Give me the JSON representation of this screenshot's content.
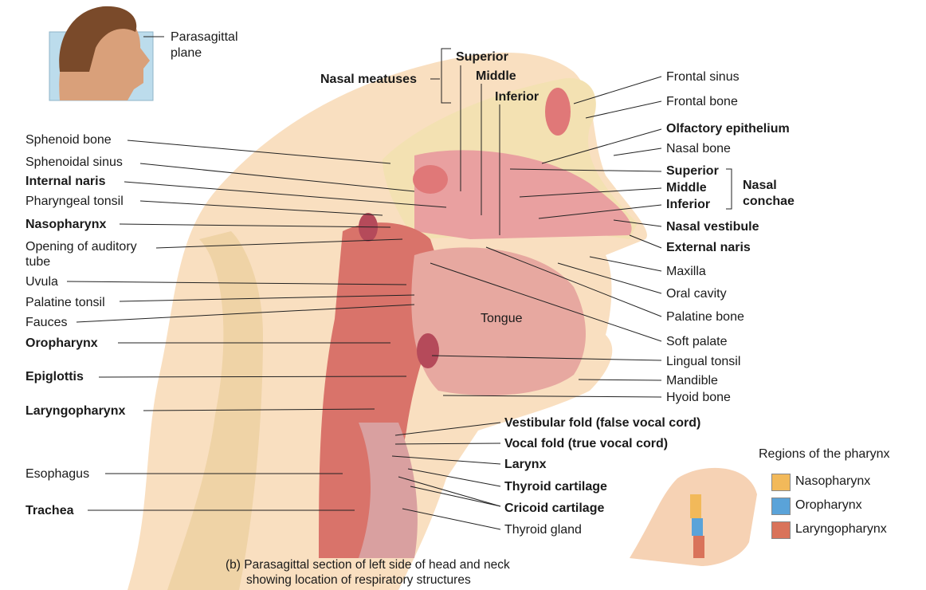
{
  "inset_label": [
    "Parasagittal",
    "plane"
  ],
  "left_labels": {
    "sphenoid_bone": "Sphenoid bone",
    "sphenoidal_sinus": "Sphenoidal sinus",
    "internal_naris": "Internal naris",
    "pharyngeal_tonsil": "Pharyngeal tonsil",
    "nasopharynx": "Nasopharynx",
    "auditory_tube_1": "Opening of auditory",
    "auditory_tube_2": "tube",
    "uvula": "Uvula",
    "palatine_tonsil": "Palatine tonsil",
    "fauces": "Fauces",
    "oropharynx": "Oropharynx",
    "epiglottis": "Epiglottis",
    "laryngopharynx": "Laryngopharynx",
    "esophagus": "Esophagus",
    "trachea": "Trachea"
  },
  "top_labels": {
    "nasal_meatuses": "Nasal meatuses",
    "superior": "Superior",
    "middle": "Middle",
    "inferior": "Inferior"
  },
  "right_labels": {
    "frontal_sinus": "Frontal sinus",
    "frontal_bone": "Frontal bone",
    "olfactory_epithelium": "Olfactory epithelium",
    "nasal_bone": "Nasal bone",
    "superior": "Superior",
    "middle": "Middle",
    "inferior": "Inferior",
    "nasal_conchae_1": "Nasal",
    "nasal_conchae_2": "conchae",
    "nasal_vestibule": "Nasal vestibule",
    "external_naris": "External naris",
    "maxilla": "Maxilla",
    "oral_cavity": "Oral cavity",
    "palatine_bone": "Palatine bone",
    "soft_palate": "Soft palate",
    "lingual_tonsil": "Lingual tonsil",
    "mandible": "Mandible",
    "hyoid_bone": "Hyoid bone"
  },
  "bottom_labels": {
    "vestibular_fold": "Vestibular fold (false vocal cord)",
    "vocal_fold": "Vocal fold (true vocal cord)",
    "larynx": "Larynx",
    "thyroid_cartilage": "Thyroid cartilage",
    "cricoid_cartilage": "Cricoid cartilage",
    "thyroid_gland": "Thyroid gland"
  },
  "tongue_label": "Tongue",
  "caption": [
    "(b) Parasagittal section of left side of head and neck",
    "showing location of respiratory structures"
  ],
  "legend": {
    "title": "Regions of the pharynx",
    "items": [
      {
        "label": "Nasopharynx",
        "color": "#f2b95a"
      },
      {
        "label": "Oropharynx",
        "color": "#5aa3d9"
      },
      {
        "label": "Laryngopharynx",
        "color": "#d9735a"
      }
    ]
  }
}
